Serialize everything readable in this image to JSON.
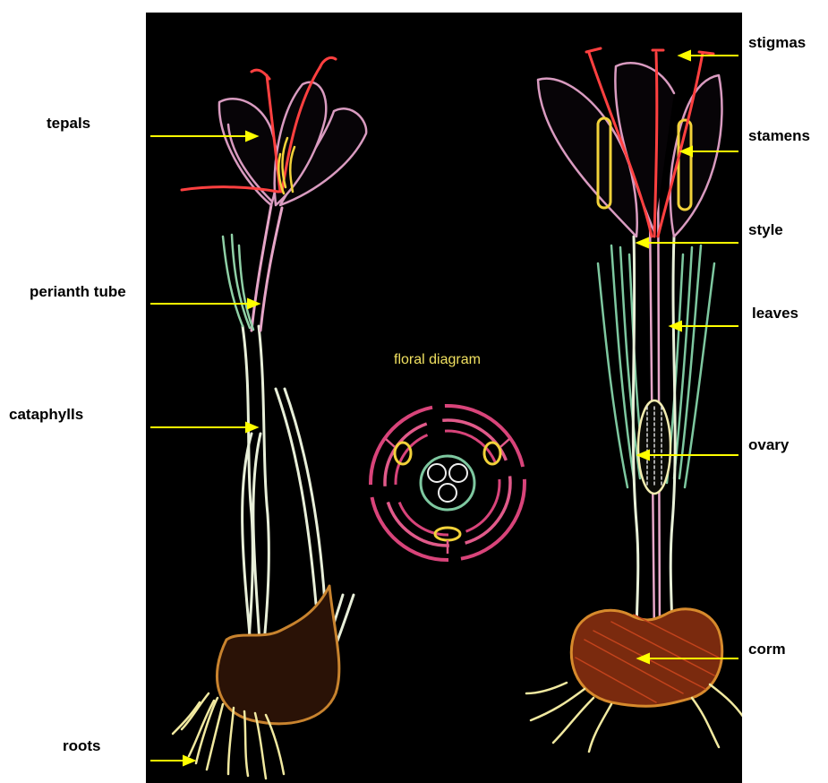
{
  "labels": {
    "tepals": "tepals",
    "perianth_tube": "perianth tube",
    "cataphylls": "cataphylls",
    "roots": "roots",
    "stigmas": "stigmas",
    "stamens": "stamens",
    "style": "style",
    "leaves": "leaves",
    "ovary": "ovary",
    "corm": "corm",
    "floral_diagram": "floral diagram"
  },
  "colors": {
    "background": "#000000",
    "arrow": "#ffff00",
    "tepal_outline": "#d58ab5",
    "stigma": "#ff3b3b",
    "stamen": "#f2d23a",
    "leaf": "#7ec8a0",
    "stem": "#e8f0d8",
    "corm": "#c87a28",
    "floral_text": "#f0e060"
  }
}
